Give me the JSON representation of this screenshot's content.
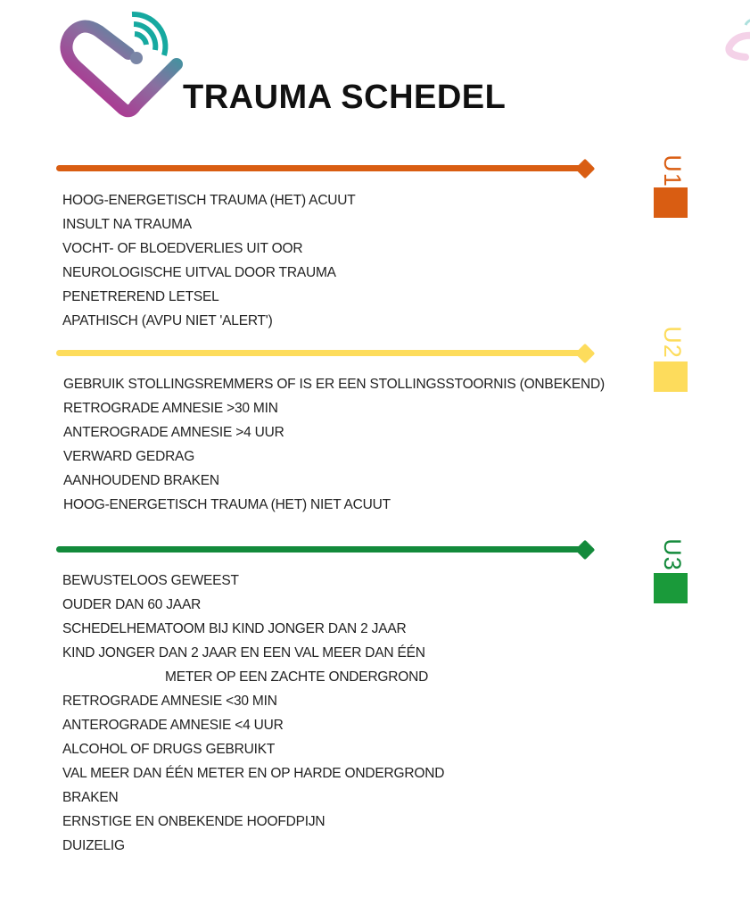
{
  "header": {
    "title": "TRAUMA SCHEDEL",
    "logo_icon": "heart-signal-logo-icon"
  },
  "colors": {
    "u1": "#d95d12",
    "u2": "#fddc5c",
    "u3": "#138a3b",
    "logo_magenta": "#c0198a",
    "logo_teal": "#16a9a0"
  },
  "sections": [
    {
      "level": "U1",
      "items": [
        "HOOG-ENERGETISCH TRAUMA (HET) ACUUT",
        "INSULT NA TRAUMA",
        "VOCHT- OF BLOEDVERLIES UIT OOR",
        "NEUROLOGISCHE UITVAL DOOR TRAUMA",
        "PENETREREND LETSEL",
        "APATHISCH (AVPU NIET 'ALERT')"
      ]
    },
    {
      "level": "U2",
      "items": [
        "GEBRUIK STOLLINGSREMMERS OF IS ER EEN STOLLINGSSTOORNIS (ONBEKEND)",
        "RETROGRADE AMNESIE >30 MIN",
        "ANTEROGRADE AMNESIE >4 UUR",
        "VERWARD GEDRAG",
        "AANHOUDEND BRAKEN",
        "HOOG-ENERGETISCH TRAUMA (HET) NIET ACUUT"
      ]
    },
    {
      "level": "U3",
      "items": [
        "BEWUSTELOOS GEWEEST",
        "OUDER DAN 60 JAAR",
        "SCHEDELHEMATOOM BIJ KIND JONGER DAN 2 JAAR",
        "KIND JONGER DAN 2 JAAR EN EEN VAL MEER DAN ÉÉN",
        "METER OP EEN ZACHTE ONDERGROND",
        "RETROGRADE AMNESIE <30 MIN",
        "ANTEROGRADE AMNESIE <4 UUR",
        "ALCOHOL OF DRUGS GEBRUIKT",
        "VAL MEER DAN ÉÉN METER EN OP HARDE ONDERGROND",
        "BRAKEN",
        "ERNSTIGE EN ONBEKENDE HOOFDPIJN",
        "DUIZELIG"
      ]
    }
  ]
}
